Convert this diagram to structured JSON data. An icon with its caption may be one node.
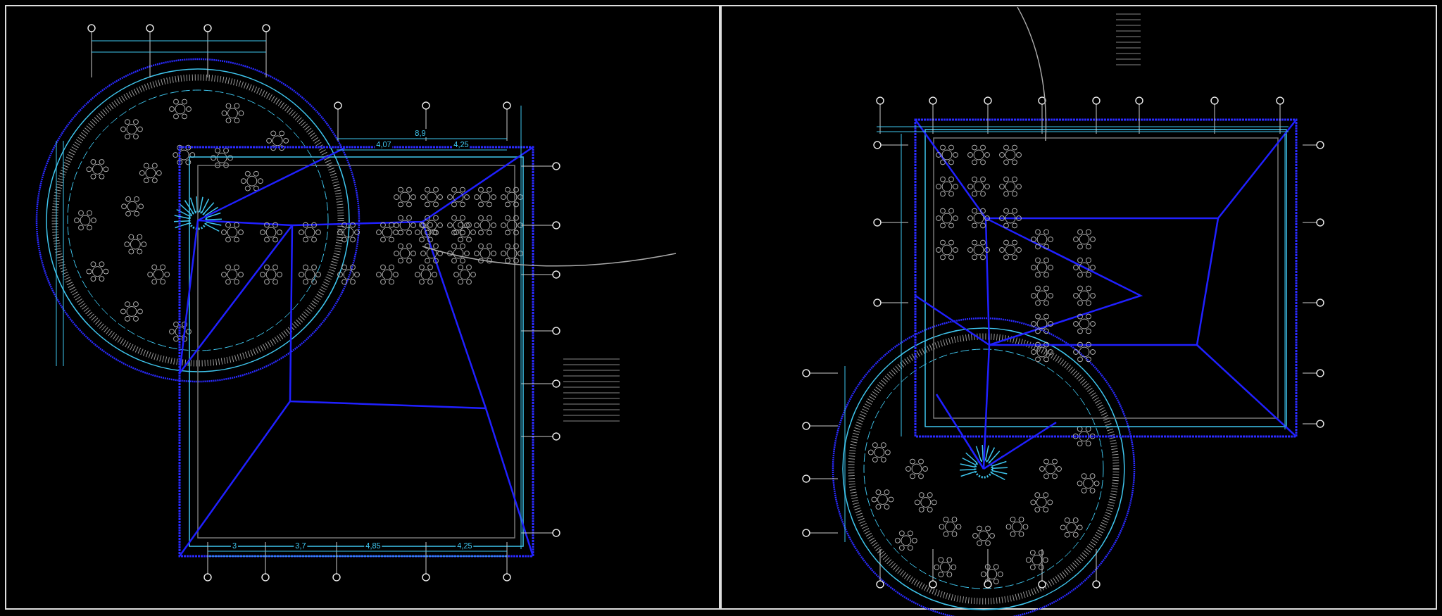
{
  "diagram": {
    "labels": [
      "8,9",
      "4,07",
      "4,25",
      "3",
      "3,7",
      "4,85",
      "4,25"
    ]
  }
}
